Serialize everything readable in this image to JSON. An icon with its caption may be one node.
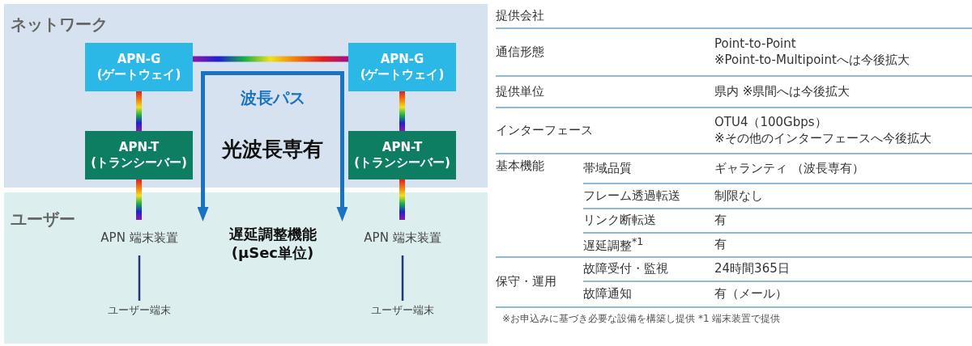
{
  "diagram": {
    "nodes": [
      {
        "text": [
          "ネットワーク"
        ]
      },
      {
        "text": [
          "ユーザー"
        ]
      },
      {
        "text": [
          "APN-G (ゲートウェイ)"
        ],
        "in": 0
      },
      {
        "text": [
          "APN-G (ゲートウェイ)"
        ],
        "in": 0
      },
      {
        "text": [
          "APN-T (トランシーバー)"
        ],
        "in": 0
      },
      {
        "text": [
          "APN-T (トランシーバー)"
        ],
        "in": 0
      },
      {
        "text": [
          "波長パス",
          "光波長専有"
        ],
        "beside": [
          "遅延調整機能 (μSec単位)"
        ]
      },
      {
        "text": [
          "APN 端末装置"
        ],
        "in": 1
      },
      {
        "text": [
          "APN 端末装置"
        ],
        "in": 1
      },
      {
        "text": [
          "ユーザー端末"
        ],
        "in": 1
      },
      {
        "text": [
          "ユーザー端末"
        ],
        "in": 1
      }
    ],
    "edges": [
      {
        "from": 2,
        "to": 3,
        "arrow": "none"
      },
      {
        "from": 2,
        "to": 4,
        "arrow": "none"
      },
      {
        "from": 3,
        "to": 5,
        "arrow": "none"
      },
      {
        "from": 4,
        "to": 7,
        "arrow": "none"
      },
      {
        "from": 5,
        "to": 8,
        "arrow": "none"
      },
      {
        "from": 7,
        "to": 9,
        "arrow": "none",
        "color": "#1f3a7a"
      },
      {
        "from": 8,
        "to": 10,
        "arrow": "none",
        "color": "#1f3a7a"
      }
    ],
    "labels": [
      "提供会社",
      "通信形態",
      "Point-to-Point ※Point-to-Multipointへは今後拡大",
      "提供単位",
      "県内 ※県間へは今後拡大",
      "インターフェース",
      "OTU4（100Gbps） ※その他のインターフェースへ今後拡大",
      "基本機能",
      "帯域品質",
      "ギャランティ （波長専有）",
      "フレーム透過転送",
      "制限なし",
      "リンク断転送",
      "有",
      "遅延調整$^{*1}$",
      "有",
      "保守・運用",
      "故障受付・監視",
      "24時間365日",
      "故障通知",
      "有（メール）",
      "※お申込みに基づき必要な設備を構築し提供 *1 端末装置で提供"
    ]
  }
}
